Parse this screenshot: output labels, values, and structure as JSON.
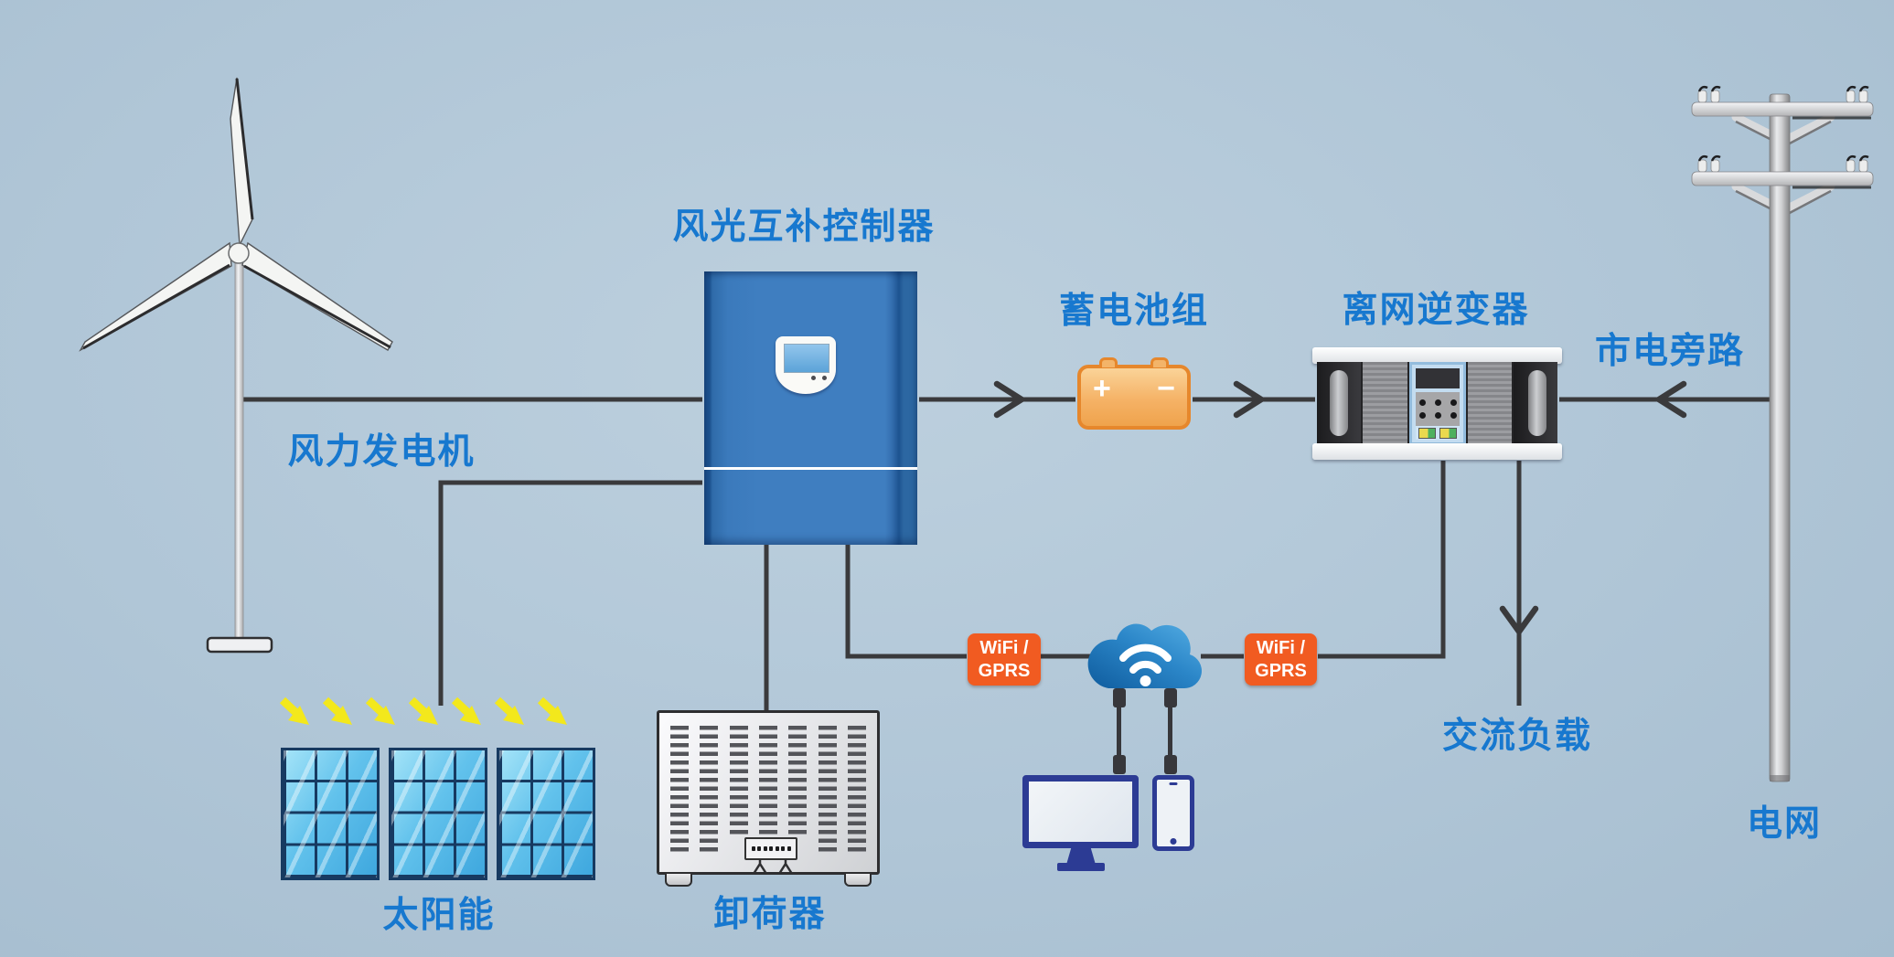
{
  "colors": {
    "background": "#b0c6d7",
    "label_text": "#1778cf",
    "wire": "#3a3a3c",
    "controller_blue": "#3f7ec0",
    "battery_fill": "#f5b266",
    "battery_border": "#e6872c",
    "wifi_badge_orange": "#f15b21",
    "cloud_blue": "#2b86c8",
    "device_navy": "#2c3b94",
    "solar_cell_blue": "#62c2ec",
    "sun_ray_yellow": "#f3e81c",
    "inverter_body": "#3d3d40"
  },
  "nodes": {
    "wind_turbine": {
      "label": "风力发电机"
    },
    "solar": {
      "label": "太阳能"
    },
    "controller": {
      "label": "风光互补控制器"
    },
    "unloader": {
      "label": "卸荷器"
    },
    "battery": {
      "label": "蓄电池组",
      "plus": "+",
      "minus": "−"
    },
    "inverter": {
      "label": "离网逆变器"
    },
    "mains_bypass": {
      "label": "市电旁路"
    },
    "grid": {
      "label": "电网"
    },
    "ac_load": {
      "label": "交流负载"
    },
    "wifi_left": {
      "line1": "WiFi /",
      "line2": "GPRS"
    },
    "wifi_right": {
      "line1": "WiFi /",
      "line2": "GPRS"
    }
  }
}
